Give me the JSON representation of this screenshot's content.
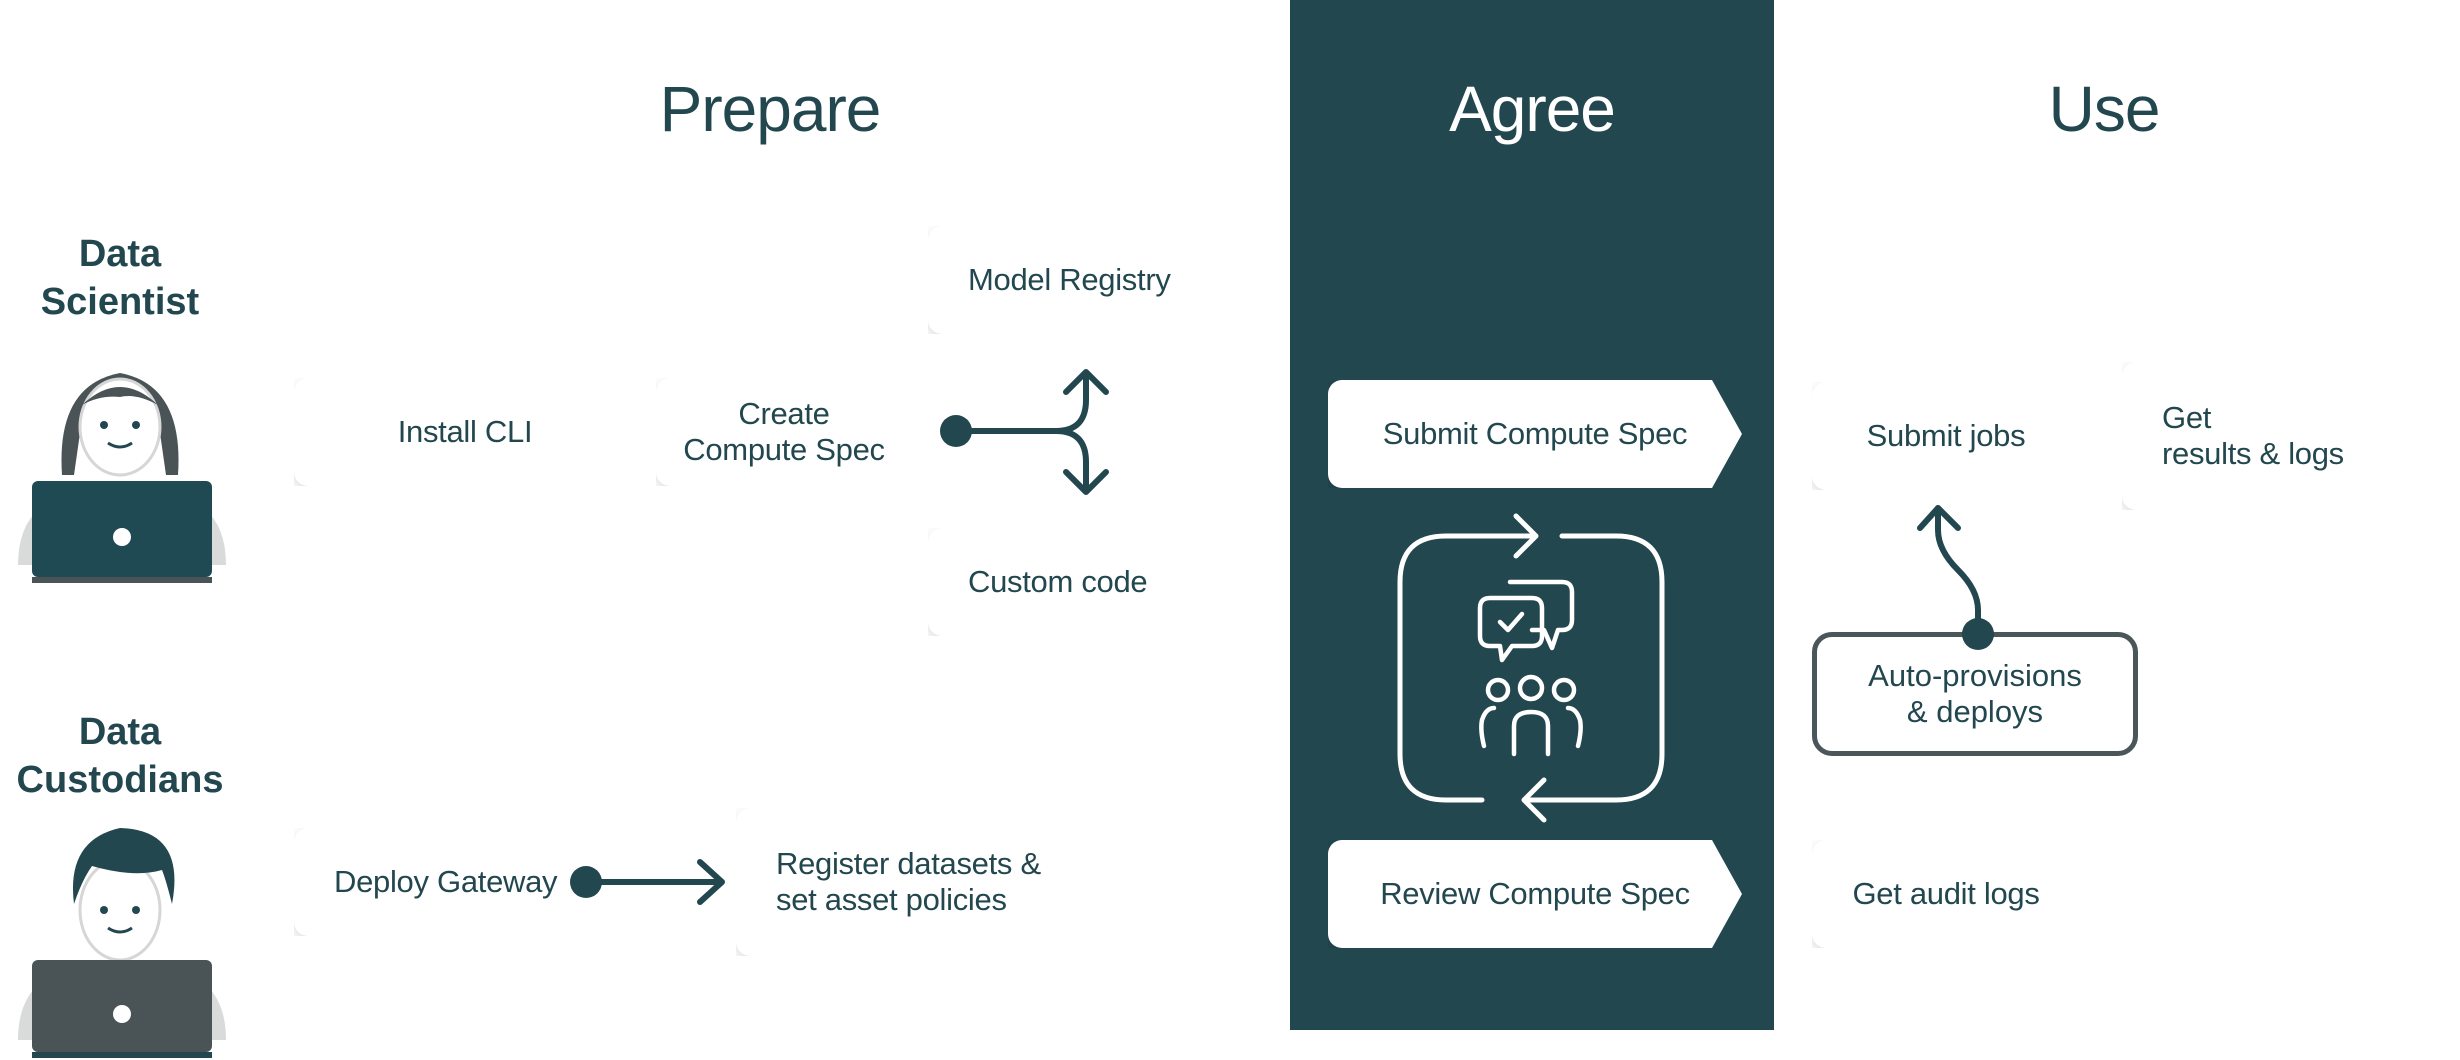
{
  "colors": {
    "primary": "#23474f",
    "card_bg": "#ffffff",
    "laptop_scientist": "#1f4a54",
    "laptop_custodian": "#4a5457"
  },
  "stages": {
    "prepare": "Prepare",
    "agree": "Agree",
    "use": "Use"
  },
  "roles": {
    "data_scientist": "Data\nScientist",
    "data_custodians": "Data\nCustodians"
  },
  "prepare": {
    "install_cli": "Install CLI",
    "create_compute_spec": "Create\nCompute Spec",
    "model_registry": "Model Registry",
    "custom_code": "Custom code",
    "deploy_gateway": "Deploy Gateway",
    "register_datasets": "Register datasets  &\nset  asset policies"
  },
  "agree": {
    "submit_compute_spec": "Submit Compute Spec",
    "review_compute_spec": "Review Compute Spec",
    "icons": [
      "refresh-cycle-icon",
      "chat-approve-icon",
      "team-icon"
    ]
  },
  "use": {
    "submit_jobs": "Submit jobs",
    "get_results": "Get\nresults & logs",
    "auto_provisions": "Auto-provisions\n& deploys",
    "get_audit_logs": "Get audit logs"
  }
}
